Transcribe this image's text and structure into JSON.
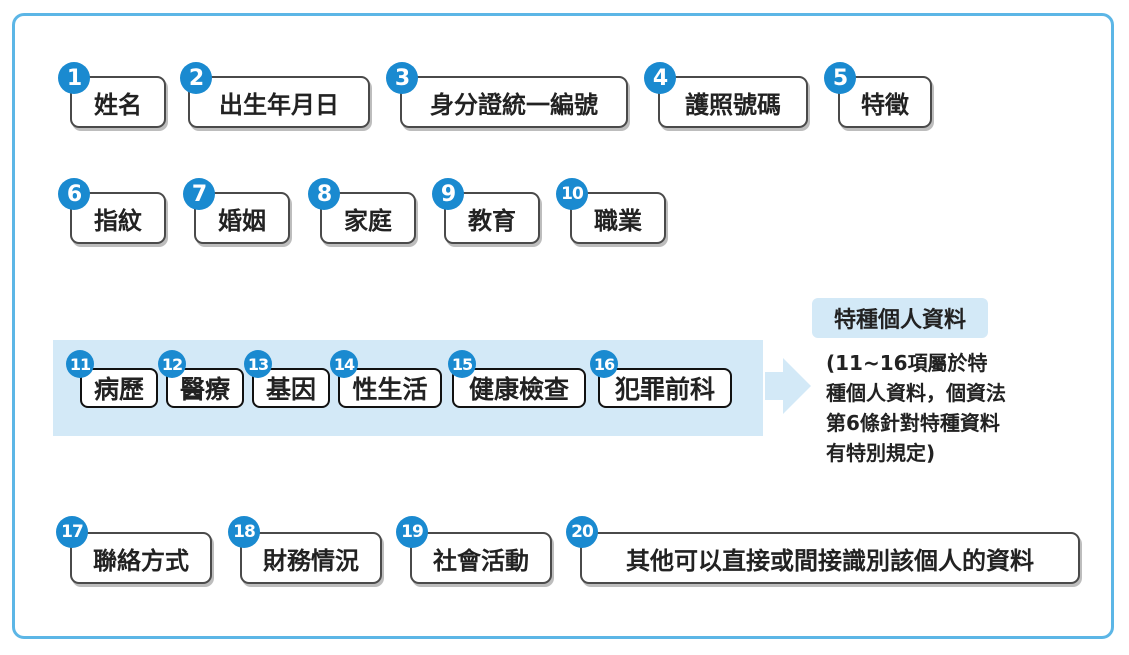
{
  "items": [
    {
      "num": "1",
      "label": "姓名"
    },
    {
      "num": "2",
      "label": "出生年月日"
    },
    {
      "num": "3",
      "label": "身分證統一編號"
    },
    {
      "num": "4",
      "label": "護照號碼"
    },
    {
      "num": "5",
      "label": "特徵"
    },
    {
      "num": "6",
      "label": "指紋"
    },
    {
      "num": "7",
      "label": "婚姻"
    },
    {
      "num": "8",
      "label": "家庭"
    },
    {
      "num": "9",
      "label": "教育"
    },
    {
      "num": "10",
      "label": "職業"
    },
    {
      "num": "11",
      "label": "病歷"
    },
    {
      "num": "12",
      "label": "醫療"
    },
    {
      "num": "13",
      "label": "基因"
    },
    {
      "num": "14",
      "label": "性生活"
    },
    {
      "num": "15",
      "label": "健康檢查"
    },
    {
      "num": "16",
      "label": "犯罪前科"
    },
    {
      "num": "17",
      "label": "聯絡方式"
    },
    {
      "num": "18",
      "label": "財務情況"
    },
    {
      "num": "19",
      "label": "社會活動"
    },
    {
      "num": "20",
      "label": "其他可以直接或間接識別該個人的資料"
    }
  ],
  "special": {
    "title": "特種個人資料",
    "note_lines": [
      "(11~16項屬於特",
      "種個人資料，個資法",
      "第6條針對特種資料",
      "有特別規定)"
    ]
  },
  "colors": {
    "frame": "#5cb6e6",
    "badge": "#1a8ad0",
    "band": "#d3e9f7",
    "arrow": "#d3e9f7"
  }
}
